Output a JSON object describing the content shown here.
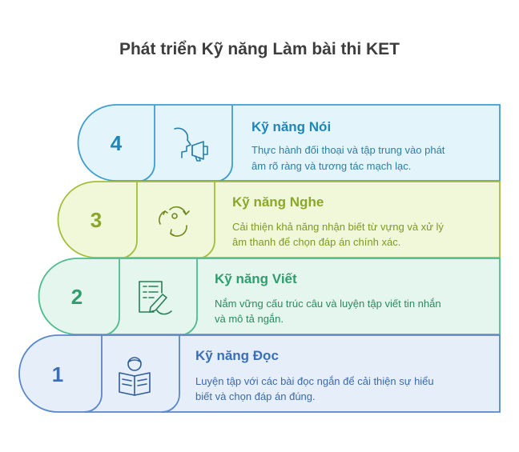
{
  "title": "Phát triển Kỹ năng Làm bài thi KET",
  "steps": [
    {
      "number": "4",
      "heading": "Kỹ năng Nói",
      "desc_line1": "Thực hành đối thoại và tập trung vào phát",
      "desc_line2": "âm rõ ràng và tương tác mạch lạc.",
      "icon": "speaking-megaphone-icon",
      "fill": "#e3f4fb",
      "stroke": "#3e9fd0",
      "accent": "#1f86b8"
    },
    {
      "number": "3",
      "heading": "Kỹ năng Nghe",
      "desc_line1": "Cải thiện khả năng nhận biết từ vựng và xử lý",
      "desc_line2": "âm thanh để chọn đáp án chính xác.",
      "icon": "listening-cycle-icon",
      "fill": "#f1f7d9",
      "stroke": "#a3bf3c",
      "accent": "#8ba72a"
    },
    {
      "number": "2",
      "heading": "Kỹ năng Viết",
      "desc_line1": "Nắm vững cấu trúc câu và luyện tập viết tin nhắn",
      "desc_line2": "và mô tả ngắn.",
      "icon": "writing-document-icon",
      "fill": "#e4f6ee",
      "stroke": "#50bc8d",
      "accent": "#2f9e6e"
    },
    {
      "number": "1",
      "heading": "Kỹ năng Đọc",
      "desc_line1": "Luyện tập với các bài đọc ngắn để cải thiện sự hiểu",
      "desc_line2": "biết và chọn đáp án đúng.",
      "icon": "reading-book-icon",
      "fill": "#e6eefa",
      "stroke": "#5a88c9",
      "accent": "#3a6fb8"
    }
  ]
}
